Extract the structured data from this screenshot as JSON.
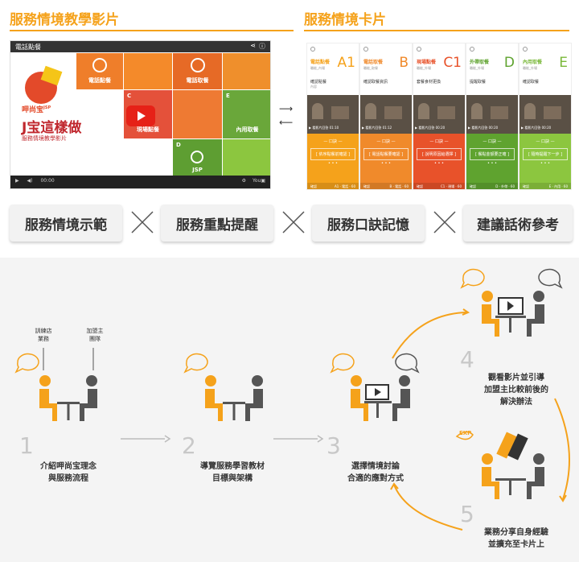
{
  "sections": {
    "video_title": "服務情境教學影片",
    "cards_title": "服務情境卡片"
  },
  "colors": {
    "accent": "#f5a21b"
  },
  "video": {
    "header": "電話點餐",
    "brand": "呷尚宝",
    "brand_sup": "JSP",
    "headline": "J宝這樣做",
    "subtitle": "服務情境教學影片",
    "time": "00:00",
    "tiles": [
      {
        "label": "電話點餐",
        "letter": ""
      },
      {
        "label": "電話取餐",
        "letter": ""
      },
      {
        "label": "現場點餐",
        "letter": "C"
      },
      {
        "label": "內用取餐",
        "letter": "E"
      },
      {
        "label": "",
        "letter": "D"
      }
    ],
    "jsp_label": "JSP"
  },
  "cards": [
    {
      "tag": "電話點餐",
      "letter": "A1",
      "sub": "職能_內場",
      "desc": "確認點餐",
      "desc2": "內容",
      "play": "看影片回答 01:10",
      "kou": "口訣",
      "rule": "依序點餐前確認",
      "foot_l": "確認",
      "foot_r": "A1 · 電話 · 60",
      "color": "#f5a21b",
      "lower": "#f5a21b"
    },
    {
      "tag": "電話取餐",
      "letter": "B",
      "sub": "職能_取餐",
      "desc": "確認取餐資訊",
      "desc2": "",
      "play": "看影片回答 01:12",
      "kou": "口訣",
      "rule": "電話點餐要確認",
      "foot_l": "確認",
      "foot_r": "B · 電話 · 60",
      "color": "#f08a2b",
      "lower": "#f08a2b"
    },
    {
      "tag": "現場點餐",
      "letter": "C1",
      "sub": "職能_外場",
      "desc": "套餐食材更換",
      "desc2": "",
      "play": "看影片回答 00:20",
      "kou": "口訣",
      "rule": "說明原因給選擇",
      "foot_l": "確認",
      "foot_r": "C1 · 現場 · 60",
      "color": "#e8522a",
      "lower": "#e8522a"
    },
    {
      "tag": "外帶取餐",
      "letter": "D",
      "sub": "職能_外場",
      "desc": "提醒取餐",
      "desc2": "",
      "play": "看影片回答 00:20",
      "kou": "口訣",
      "rule": "餐點金額要正確",
      "foot_l": "確認",
      "foot_r": "D · 外帶 · 60",
      "color": "#5fa32f",
      "lower": "#5fa32f"
    },
    {
      "tag": "內用取餐",
      "letter": "E",
      "sub": "職能_外場",
      "desc": "確認取餐",
      "desc2": "",
      "play": "看影片回答 00:20",
      "kou": "口訣",
      "rule": "隨時提醒下一步",
      "foot_l": "確認",
      "foot_r": "E · 內用 · 60",
      "color": "#7ab83a",
      "lower": "#8cc63f"
    }
  ],
  "chips": [
    "服務情境示範",
    "服務重點提醒",
    "服務口訣記憶",
    "建議話術參考"
  ],
  "flow": {
    "label_left": "訓練店\n業務",
    "label_right": "加盟主\n團隊",
    "exp": "EXP",
    "steps": [
      {
        "num": "1",
        "text": "介紹呷尚宝理念\n與服務流程"
      },
      {
        "num": "2",
        "text": "導覽服務學習教材\n目標與架構"
      },
      {
        "num": "3",
        "text": "選擇情境討論\n合適的應對方式"
      },
      {
        "num": "4",
        "text": "觀看影片並引導\n加盟主比較前後的\n解決辦法"
      },
      {
        "num": "5",
        "text": "業務分享自身經驗\n並擴充至卡片上"
      }
    ]
  }
}
